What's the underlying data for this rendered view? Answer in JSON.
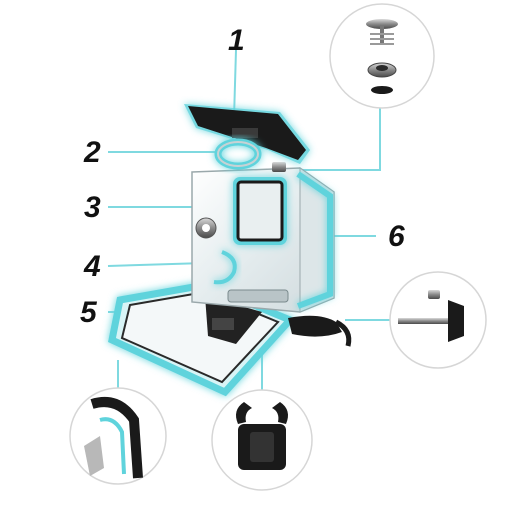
{
  "labels": {
    "n1": "1",
    "n2": "2",
    "n3": "3",
    "n4": "4",
    "n5": "5",
    "n6": "6"
  },
  "colors": {
    "accent_glow": "#5fd3dc",
    "callout_line": "#7fd9e0",
    "housing_clear": "#eef3f4",
    "dark_part": "#1a1a1a",
    "label_text": "#111111"
  },
  "icons": {
    "top_right_detail": "screw-spring-seal-icon",
    "right_detail": "thumb-screw-icon",
    "bottom_center_detail": "quick-release-buckle-icon",
    "bottom_left_detail": "gasket-seal-closeup-icon"
  }
}
